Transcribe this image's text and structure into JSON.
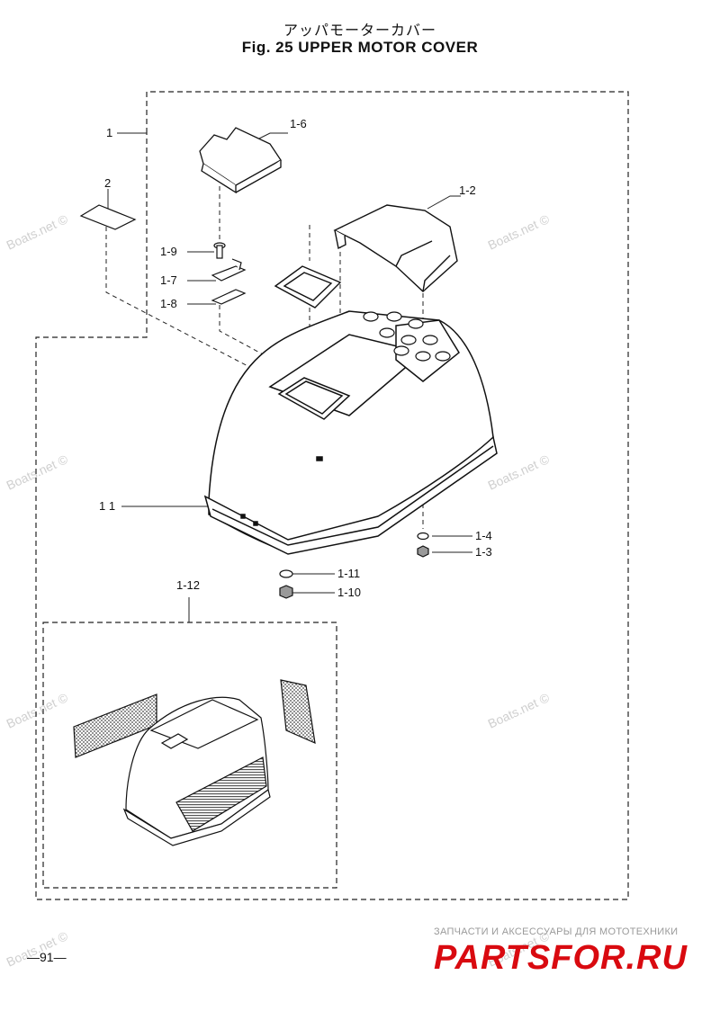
{
  "header": {
    "title_jp": "アッパモーターカバー",
    "title_en": "Fig. 25   UPPER MOTOR COVER"
  },
  "callouts": {
    "c1": "1",
    "c1_6": "1-6",
    "c2": "2",
    "c1_2": "1-2",
    "c1_9": "1-9",
    "c1_7": "1-7",
    "c1_8": "1-8",
    "c11": "1 1",
    "c1_4": "1-4",
    "c1_3": "1-3",
    "c1_11": "1-11",
    "c1_10": "1-10",
    "c1_12": "1-12"
  },
  "watermark": "Boats.net ©",
  "page_number": "—91—",
  "brand": {
    "tagline": "ЗАПЧАСТИ И АКСЕССУАРЫ ДЛЯ МОТОТЕХНИКИ",
    "logo": "PARTSFOR.RU",
    "color": "#d90a10"
  }
}
